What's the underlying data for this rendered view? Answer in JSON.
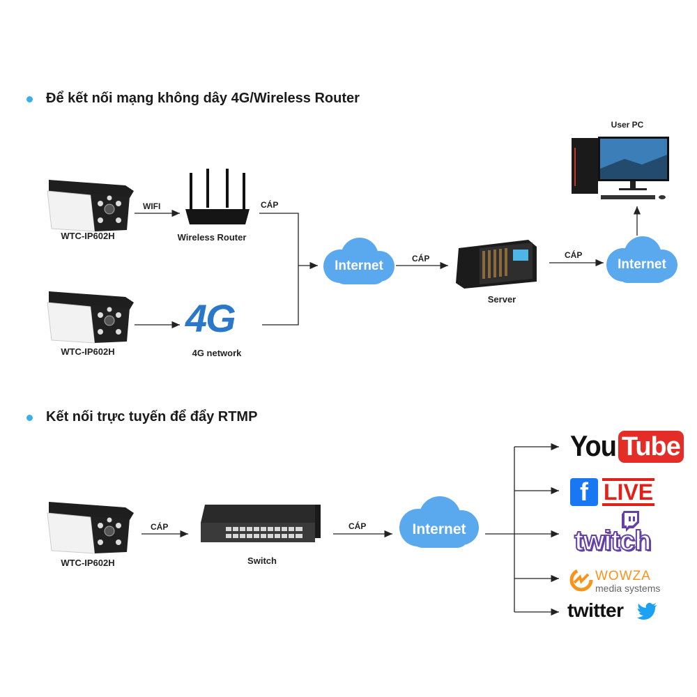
{
  "section1": {
    "title": "Để kết nối mạng không dây 4G/Wireless Router",
    "camera1_label": "WTC-IP602H",
    "camera2_label": "WTC-IP602H",
    "wifi_label": "WIFI",
    "router_label": "Wireless Router",
    "fourg_logo": "4G",
    "fourg_label": "4G network",
    "cap1": "CÁP",
    "cap2": "CÁP",
    "cap3": "CÁP",
    "internet1": "Internet",
    "internet2": "Internet",
    "server_label": "Server",
    "user_pc_label": "User PC"
  },
  "section2": {
    "title": "Kết nối trực tuyến để đẩy RTMP",
    "camera_label": "WTC-IP602H",
    "cap1": "CÁP",
    "cap2": "CÁP",
    "switch_label": "Switch",
    "internet": "Internet",
    "services": {
      "youtube_you": "You",
      "youtube_tube": "Tube",
      "facebook_f": "f",
      "facebook_live": "LIVE",
      "twitch": "twitch",
      "wowza": "WOWZA",
      "wowza_sub": "media systems",
      "twitter": "twitter"
    }
  },
  "colors": {
    "bullet": "#3ab0e6",
    "cloud": "#5aa9ef",
    "youtube_red": "#e52d27",
    "facebook_blue": "#1877f2",
    "live_red": "#e0201b",
    "twitch_purple": "#6441a5",
    "wowza_orange": "#f7941d",
    "twitter_blue": "#1da1f2"
  }
}
